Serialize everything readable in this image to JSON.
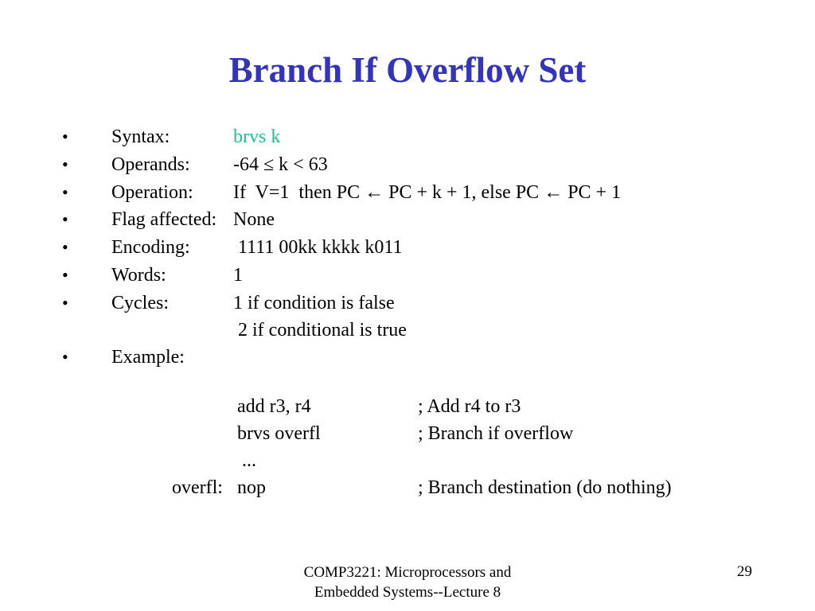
{
  "title": "Branch If Overflow Set",
  "bullet_char": "•",
  "bullets": [
    {
      "label": "Syntax:",
      "value": "brvs k"
    },
    {
      "label": "Operands:",
      "value": "-64 ≤ k < 63"
    },
    {
      "label": "Operation:",
      "value": "If  V=1  then PC ← PC + k + 1, else PC ← PC + 1"
    },
    {
      "label": "Flag affected:",
      "value": "None"
    },
    {
      "label": "Encoding:",
      "value": " 1111 00kk kkkk k011"
    },
    {
      "label": "Words:",
      "value": "1"
    },
    {
      "label": "Cycles:",
      "value": "1 if condition is false"
    },
    {
      "label": "",
      "value": " 2 if conditional is true"
    },
    {
      "label": "Example:",
      "value": ""
    }
  ],
  "example_code": {
    "lines": [
      {
        "label": "",
        "code": "add r3, r4",
        "comment": "; Add r4 to r3"
      },
      {
        "label": "",
        "code": "brvs overfl",
        "comment": "; Branch if overflow"
      },
      {
        "label": "",
        "code": " ...",
        "comment": ""
      },
      {
        "label": "overfl:",
        "code": "nop",
        "comment": "; Branch destination (do nothing)"
      }
    ]
  },
  "footer": {
    "course_line1": "COMP3221: Microprocessors and",
    "course_line2": "Embedded Systems--Lecture 8",
    "page_number": "29"
  },
  "colors": {
    "background": "#FFFFFF",
    "title": "#3333BB",
    "body_text": "#000000",
    "syntax_highlight": "#1FC08F"
  }
}
